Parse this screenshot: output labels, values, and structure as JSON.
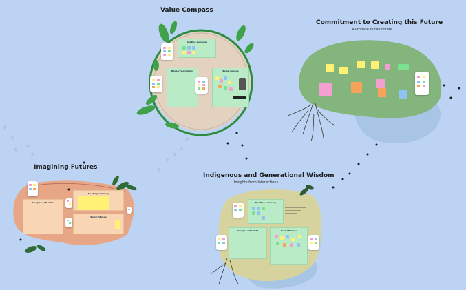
{
  "board": {
    "background": "#bcd3f4",
    "areas": {
      "value_compass": {
        "title": "Value Compass",
        "subtitle": "",
        "frames": [
          {
            "label": "Reading summary"
          },
          {
            "label": "Boogerry problems"
          },
          {
            "label": "Social futures"
          }
        ]
      },
      "commitment": {
        "title": "Commitment to Creating this Future",
        "subtitle": "A Promise to the Future"
      },
      "imagining": {
        "title": "Imagining Futures",
        "subtitle": "",
        "frames": [
          {
            "label": "Imagine with data"
          },
          {
            "label": "Reading summary"
          },
          {
            "label": "Social futures"
          }
        ]
      },
      "indigenous": {
        "title": "Indigenous and Generational Wisdom",
        "subtitle": "Insights from Interactions",
        "frames": [
          {
            "label": "Reading summary"
          },
          {
            "label": "Imagine with data"
          },
          {
            "label": "Social futures"
          }
        ]
      }
    },
    "colors": {
      "frame_green": "#b9ecc6",
      "blob_green": "#7fb878",
      "blob_peach": "#e9a98a",
      "blob_olive": "#d6d49e",
      "compass_disc": "#e3d3bf",
      "sticky_yellow": "#fff176",
      "sticky_pink": "#f59fd0",
      "sticky_orange": "#f7a45a",
      "sticky_blue": "#8fc3f2",
      "sticky_green": "#7de08f"
    }
  }
}
